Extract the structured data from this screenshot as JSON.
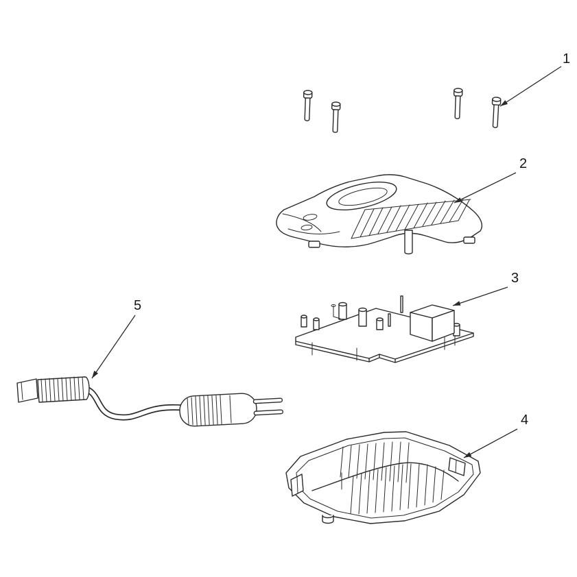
{
  "diagram": {
    "type": "exploded-parts-diagram",
    "subject": "battery charger exploded view line drawing",
    "background_color": "#ffffff",
    "line_color": "#2a2a2a",
    "callouts": [
      {
        "label": "1",
        "part": "screws"
      },
      {
        "label": "2",
        "part": "top-housing-cover"
      },
      {
        "label": "3",
        "part": "circuit-board"
      },
      {
        "label": "4",
        "part": "bottom-housing"
      },
      {
        "label": "5",
        "part": "power-cord"
      }
    ]
  }
}
